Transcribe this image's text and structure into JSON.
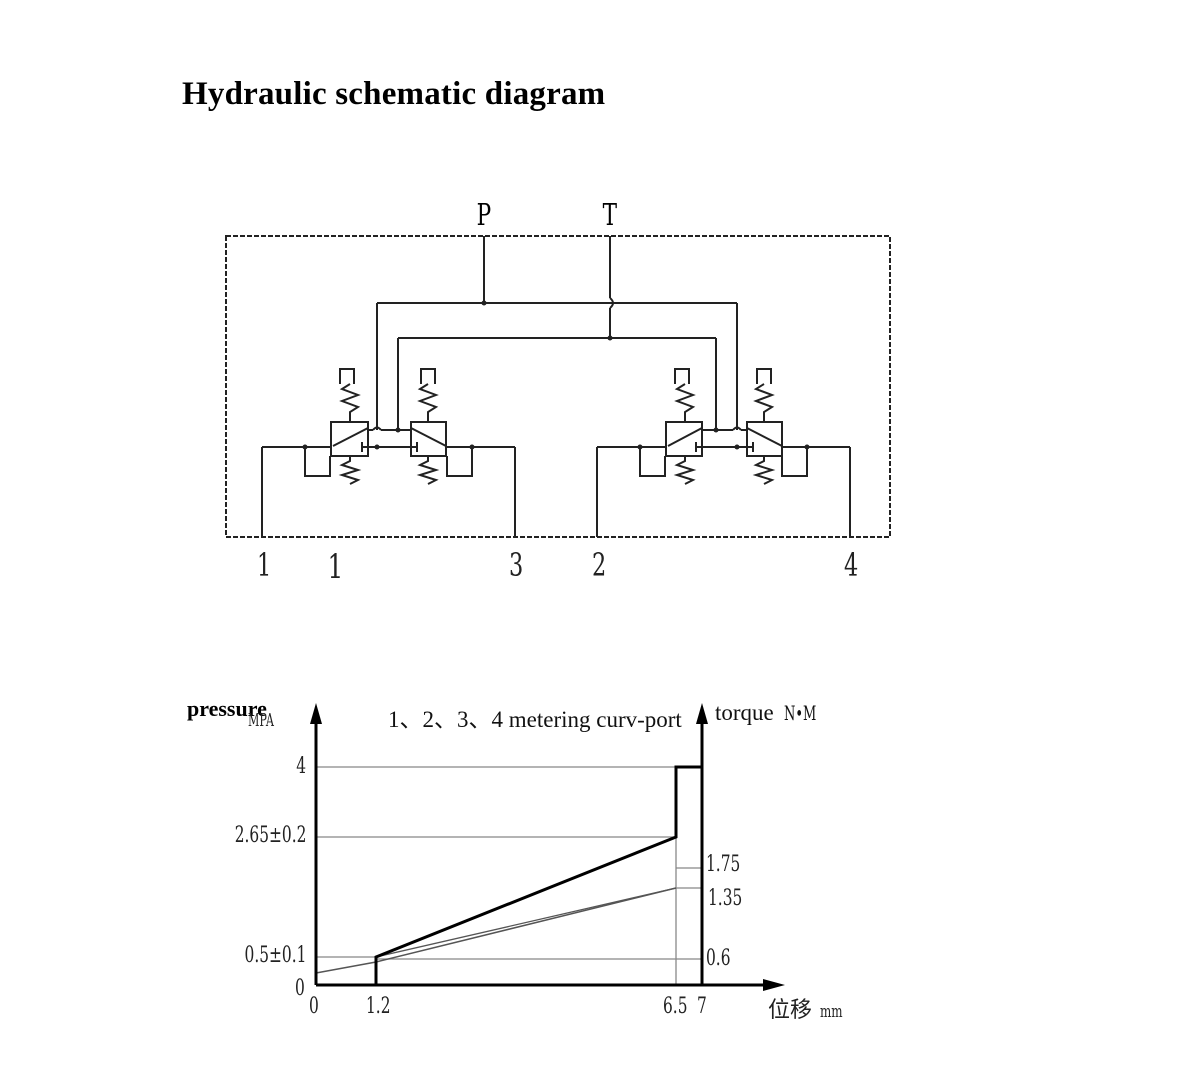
{
  "document": {
    "title": "Hydraulic schematic diagram"
  },
  "schematic": {
    "ports_top": {
      "pressure": "P",
      "tank": "T"
    },
    "ports_bottom": [
      "1",
      "3",
      "2",
      "4"
    ],
    "valve_count": 4,
    "boundary": "dashed"
  },
  "chart_data": {
    "type": "line",
    "title": "1、2、3、4 metering curv-port",
    "ylabel": "pressure",
    "yunit": "MPA",
    "y2label": "torque",
    "y2unit": "N•M",
    "xlabel": "位移",
    "xunit": "mm",
    "x_ticks": [
      "0",
      "1.2",
      "6.5",
      "7"
    ],
    "y_ticks": [
      "0",
      "0.5±0.1",
      "2.65±0.2",
      "4"
    ],
    "y2_ticks": [
      "1.75",
      "1.35",
      "0.6"
    ],
    "origin_label": "0",
    "series": [
      {
        "name": "pressure",
        "x": [
          1.2,
          1.2,
          6.5,
          6.5,
          7
        ],
        "y": [
          0,
          0.5,
          2.65,
          4,
          4
        ]
      },
      {
        "name": "torque",
        "x": [
          0,
          1.2,
          6.5
        ],
        "y": [
          0.2,
          0.6,
          1.35
        ]
      }
    ],
    "xlim": [
      0,
      7
    ],
    "ylim": [
      0,
      4
    ]
  }
}
